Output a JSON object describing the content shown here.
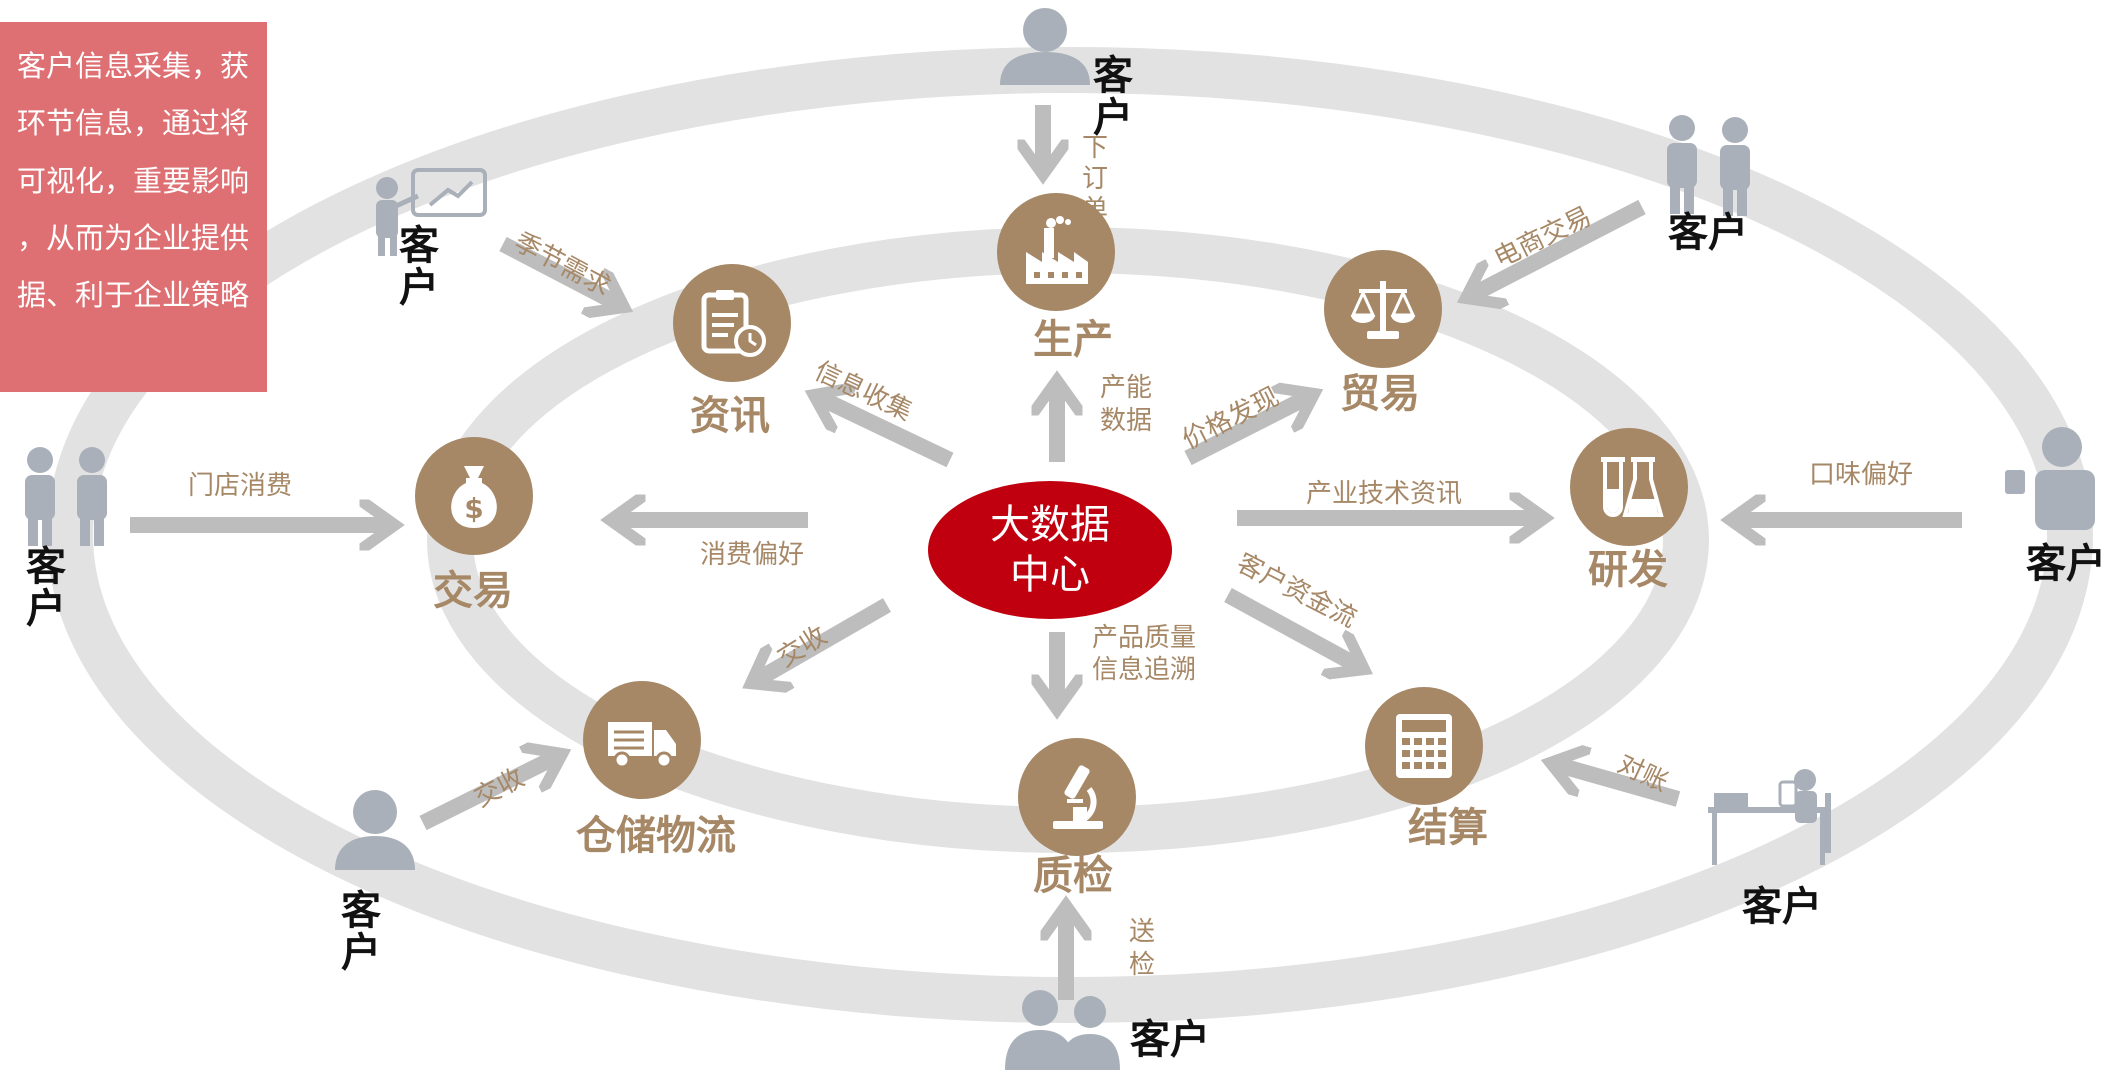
{
  "info_box": {
    "lines": [
      "客户信息采集，获",
      "环节信息，通过将",
      "可视化，重要影响",
      "，从而为企业提供",
      "据、利于企业策略"
    ]
  },
  "center": {
    "line1": "大数据",
    "line2": "中心"
  },
  "nodes": {
    "production": {
      "label": "生产",
      "icon": "factory-icon"
    },
    "info": {
      "label": "资讯",
      "icon": "clipboard-timer-icon"
    },
    "trade": {
      "label": "贸易",
      "icon": "balance-scale-icon"
    },
    "transaction": {
      "label": "交易",
      "icon": "money-bag-icon"
    },
    "rnd": {
      "label": "研发",
      "icon": "lab-flask-icon"
    },
    "logistics": {
      "label": "仓储物流",
      "icon": "delivery-truck-icon"
    },
    "quality": {
      "label": "质检",
      "icon": "microscope-icon"
    },
    "settlement": {
      "label": "结算",
      "icon": "calculator-icon"
    }
  },
  "flows": {
    "order": "下订单",
    "capacity": "产能数据",
    "seasonal_demand": "季节需求",
    "info_collect": "信息收集",
    "ecommerce": "电商交易",
    "price_discovery": "价格发现",
    "store_consumption": "门店消费",
    "consumption_pref": "消费偏好",
    "industry_tech": "产业技术资讯",
    "taste_pref": "口味偏好",
    "acceptance_inner": "交收",
    "acceptance_outer": "交收",
    "quality_trace_1": "产品质量",
    "quality_trace_2": "信息追溯",
    "capital_flow": "客户资金流",
    "reconcile": "对账",
    "inspection": "送检"
  },
  "customer_label": "客户",
  "colors": {
    "ring": "#e2e2e2",
    "arrow": "#bdbdbd",
    "node": "#a68867",
    "center": "#c0000f",
    "info_box": "#de6f72",
    "person": "#a9b0b9"
  }
}
